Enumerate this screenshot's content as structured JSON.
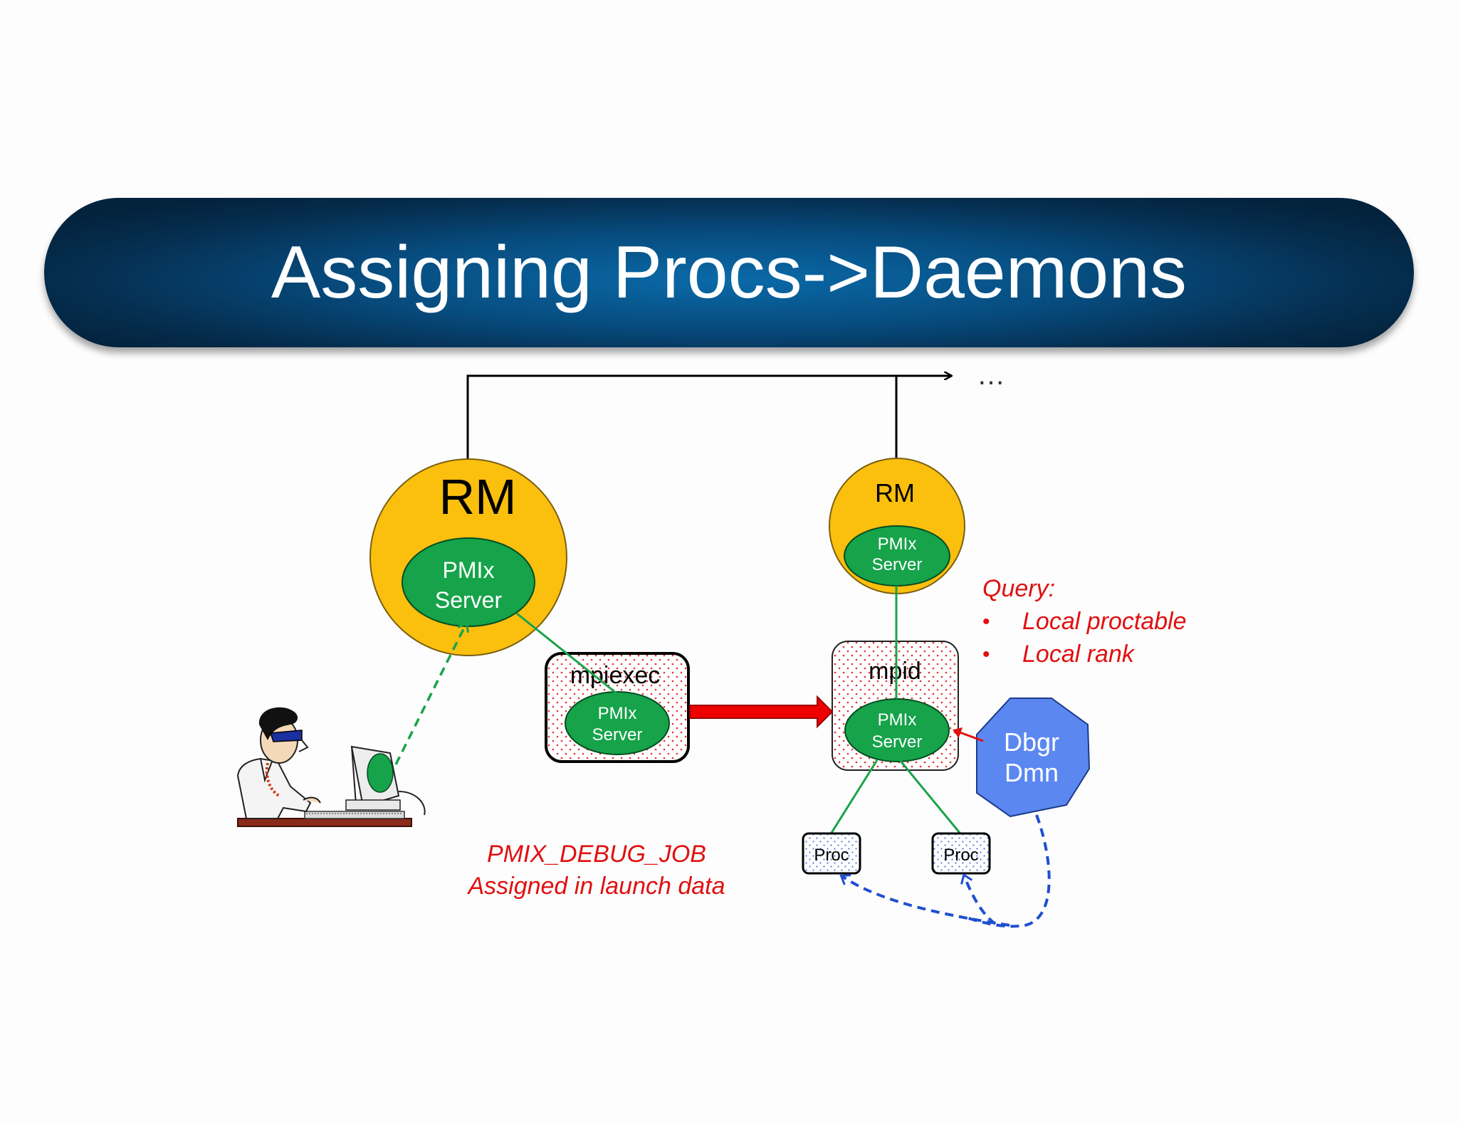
{
  "slide": {
    "title": "Assigning Procs->Daemons"
  },
  "diagram": {
    "ellipsis": "…",
    "rm_left": {
      "label": "RM",
      "server_line1": "PMIx",
      "server_line2": "Server"
    },
    "rm_right": {
      "label": "RM",
      "server_line1": "PMIx",
      "server_line2": "Server"
    },
    "mpiexec": {
      "label": "mpiexec",
      "server_line1": "PMIx",
      "server_line2": "Server"
    },
    "mpid": {
      "label": "mpid",
      "server_line1": "PMIx",
      "server_line2": "Server"
    },
    "dbgr": {
      "line1": "Dbgr",
      "line2": "Dmn"
    },
    "procs": [
      {
        "label": "Proc"
      },
      {
        "label": "Proc"
      }
    ],
    "query": {
      "heading": "Query:",
      "items": [
        "Local proctable",
        "Local rank"
      ],
      "bullet": "•"
    },
    "debug_note": {
      "line1": "PMIX_DEBUG_JOB",
      "line2": "Assigned in launch data"
    }
  },
  "colors": {
    "title_bar": "#074c7f",
    "rm_circle": "#fbbf0e",
    "pmix_server": "#16a34a",
    "dbgr": "#5b87f0",
    "annotation_red": "#e01010",
    "arrow_red": "#ee0000",
    "dashed_green": "#1aa34a",
    "dashed_blue": "#1f4fd0"
  }
}
